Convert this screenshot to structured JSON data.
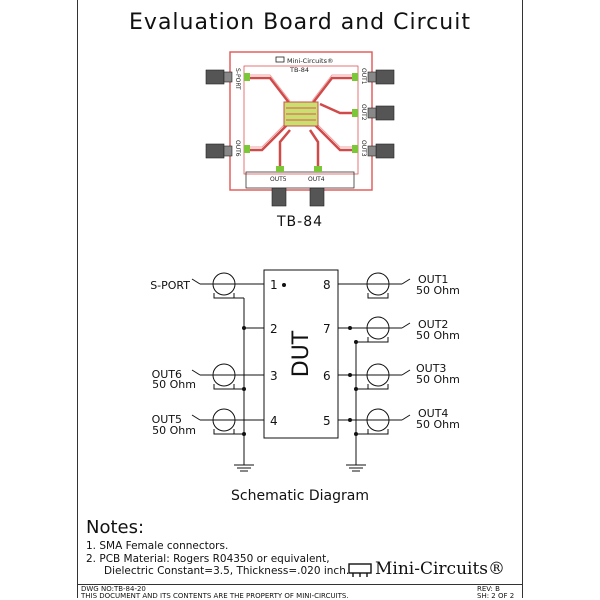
{
  "title": "Evaluation Board and Circuit",
  "board": {
    "brand": "Mini-Circuits®",
    "model": "TB-84",
    "caption": "TB-84",
    "labels": {
      "sport": "S-PORT",
      "out6": "OUT6",
      "out1": "OUT1",
      "out2": "OUT2",
      "out3": "OUT3",
      "out5": "OUT5",
      "out4": "OUT4"
    }
  },
  "schematic": {
    "caption": "Schematic Diagram",
    "dut": "DUT",
    "left_ports": [
      {
        "name": "S-PORT",
        "ohm": ""
      },
      {
        "name": "OUT6",
        "ohm": "50 Ohm"
      },
      {
        "name": "OUT5",
        "ohm": "50 Ohm"
      }
    ],
    "right_ports": [
      {
        "name": "OUT1",
        "ohm": "50 Ohm"
      },
      {
        "name": "OUT2",
        "ohm": "50 Ohm"
      },
      {
        "name": "OUT3",
        "ohm": "50 Ohm"
      },
      {
        "name": "OUT4",
        "ohm": "50 Ohm"
      }
    ],
    "pins": [
      "1",
      "2",
      "3",
      "4",
      "5",
      "6",
      "7",
      "8"
    ]
  },
  "notes": {
    "title": "Notes:",
    "items": [
      "1.  SMA Female connectors.",
      "2.  PCB Material: Rogers R04350 or equivalent,",
      "Dielectric Constant=3.5, Thickness=.020 inch."
    ]
  },
  "brand": "Mini-Circuits®",
  "footer": {
    "dwg": "DWG NO:TB-84-20",
    "rights": "THIS DOCUMENT AND ITS CONTENTS ARE THE PROPERTY OF MINI-CIRCUITS.",
    "rev": "REV: B",
    "sheet": "SH: 2 OF 2"
  }
}
